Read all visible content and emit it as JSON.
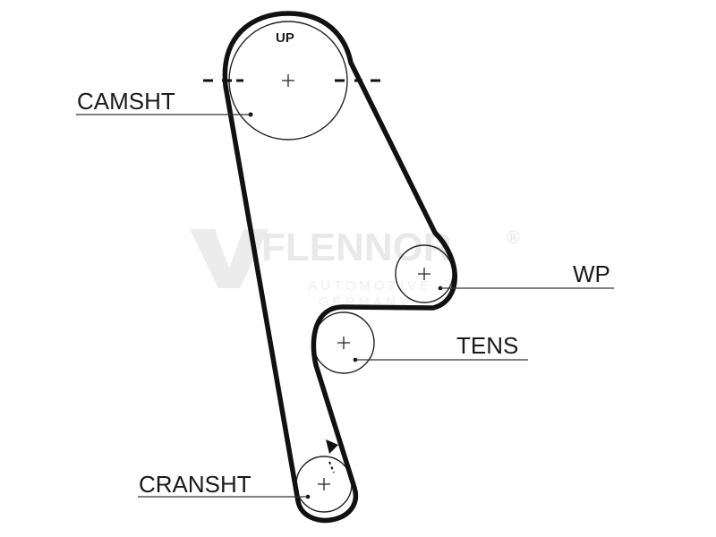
{
  "labels": {
    "up": "UP",
    "camshaft": "CAMSHT",
    "water_pump": "WP",
    "tensioner": "TENS",
    "crankshaft": "CRANSHT"
  },
  "watermark": {
    "brand": "FLENNOR",
    "registered": "®",
    "line1": "AUTOMOTIVE",
    "line2": "GERMANY"
  },
  "colors": {
    "belt": "#111111",
    "ink": "#1a1a1a",
    "watermark": "#e9e9e9"
  }
}
